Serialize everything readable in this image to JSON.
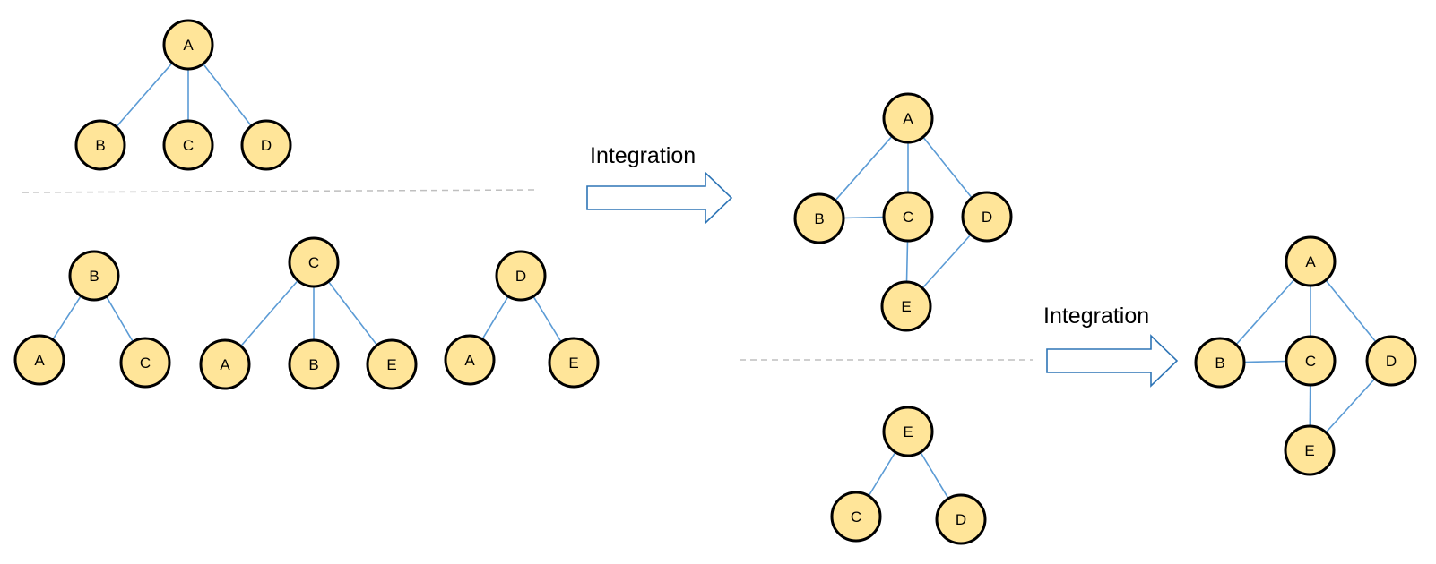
{
  "colors": {
    "node_fill": "#ffe599",
    "node_stroke": "#000000",
    "edge": "#5b9bd5",
    "arrow_stroke": "#2e75b6",
    "divider": "#bfbfbf"
  },
  "arrows": [
    {
      "label": "Integration"
    },
    {
      "label": "Integration"
    }
  ],
  "graphs": [
    {
      "id": "tree-a",
      "nodes": [
        "A",
        "B",
        "C",
        "D"
      ],
      "edges": [
        [
          "A",
          "B"
        ],
        [
          "A",
          "C"
        ],
        [
          "A",
          "D"
        ]
      ]
    },
    {
      "id": "tree-b",
      "nodes": [
        "B",
        "A",
        "C"
      ],
      "edges": [
        [
          "B",
          "A"
        ],
        [
          "B",
          "C"
        ]
      ]
    },
    {
      "id": "tree-c",
      "nodes": [
        "C",
        "A",
        "B",
        "E"
      ],
      "edges": [
        [
          "C",
          "A"
        ],
        [
          "C",
          "B"
        ],
        [
          "C",
          "E"
        ]
      ]
    },
    {
      "id": "tree-d",
      "nodes": [
        "D",
        "A",
        "E"
      ],
      "edges": [
        [
          "D",
          "A"
        ],
        [
          "D",
          "E"
        ]
      ]
    },
    {
      "id": "integrated-1",
      "nodes": [
        "A",
        "B",
        "C",
        "D",
        "E"
      ],
      "edges": [
        [
          "A",
          "B"
        ],
        [
          "A",
          "C"
        ],
        [
          "A",
          "D"
        ],
        [
          "B",
          "C"
        ],
        [
          "C",
          "E"
        ],
        [
          "D",
          "E"
        ]
      ]
    },
    {
      "id": "tree-e",
      "nodes": [
        "E",
        "C",
        "D"
      ],
      "edges": [
        [
          "E",
          "C"
        ],
        [
          "E",
          "D"
        ]
      ]
    },
    {
      "id": "integrated-2",
      "nodes": [
        "A",
        "B",
        "C",
        "D",
        "E"
      ],
      "edges": [
        [
          "A",
          "B"
        ],
        [
          "A",
          "C"
        ],
        [
          "A",
          "D"
        ],
        [
          "B",
          "C"
        ],
        [
          "C",
          "E"
        ],
        [
          "D",
          "E"
        ]
      ]
    }
  ]
}
